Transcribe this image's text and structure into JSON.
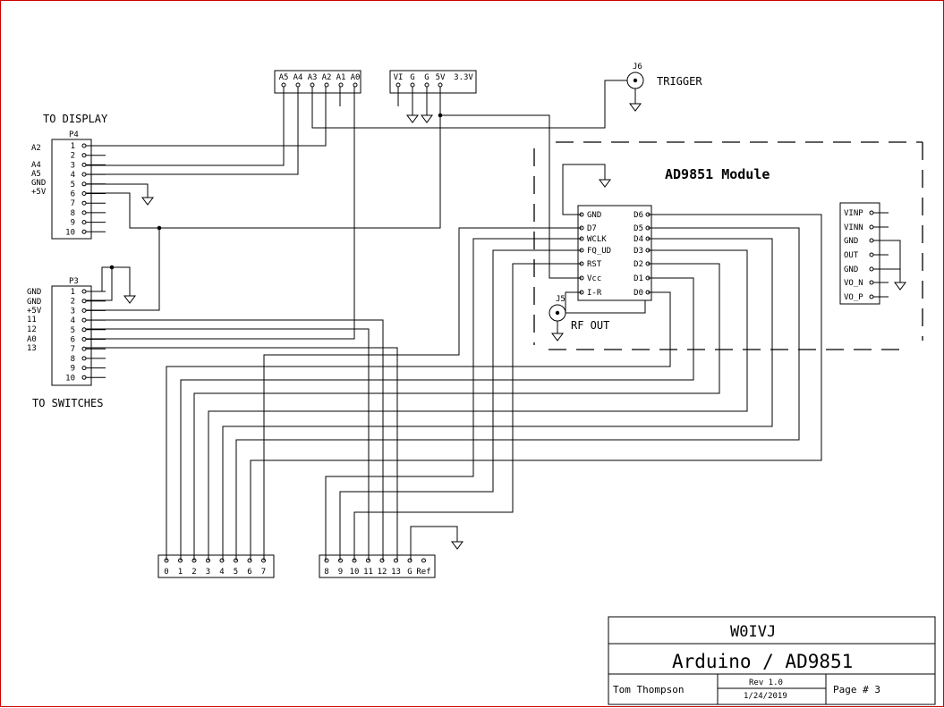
{
  "to_display_label": "TO DISPLAY",
  "to_switches_label": "TO SWITCHES",
  "trigger_label": "TRIGGER",
  "module_title": "AD9851 Module",
  "rf_out_label": "RF OUT",
  "j6_ref": "J6",
  "j5_ref": "J5",
  "p4": {
    "ref": "P4",
    "pins": [
      "1",
      "2",
      "3",
      "4",
      "5",
      "6",
      "7",
      "8",
      "9",
      "10"
    ],
    "side_labels": [
      "A2",
      "A4",
      "A5",
      "GND",
      "+5V"
    ]
  },
  "p3": {
    "ref": "P3",
    "pins": [
      "1",
      "2",
      "3",
      "4",
      "5",
      "6",
      "7",
      "8",
      "9",
      "10"
    ],
    "side_labels": [
      "GND",
      "GND",
      "+5V",
      "11",
      "12",
      "A0",
      "13"
    ]
  },
  "analog_header": [
    "A5",
    "A4",
    "A3",
    "A2",
    "A1",
    "A0"
  ],
  "power_header": [
    "VI",
    "G",
    "G",
    "5V",
    "3.3V"
  ],
  "digital_header_low": [
    "0",
    "1",
    "2",
    "3",
    "4",
    "5",
    "6",
    "7"
  ],
  "digital_header_high": [
    "8",
    "9",
    "10",
    "11",
    "12",
    "13",
    "G",
    "Ref"
  ],
  "ic_left_pins": [
    "GND",
    "D7",
    "WCLK",
    "FQ_UD",
    "RST",
    "Vcc",
    "I-R"
  ],
  "ic_right_pins": [
    "D6",
    "D5",
    "D4",
    "D3",
    "D2",
    "D1",
    "D0"
  ],
  "out_connector_pins": [
    "VINP",
    "VINN",
    "GND",
    "OUT",
    "GND",
    "VO_N",
    "VO_P"
  ],
  "title_block": {
    "callsign": "W0IVJ",
    "title": "Arduino / AD9851",
    "author": "Tom Thompson",
    "rev": "Rev 1.0",
    "date": "1/24/2019",
    "page": "Page # 3"
  }
}
